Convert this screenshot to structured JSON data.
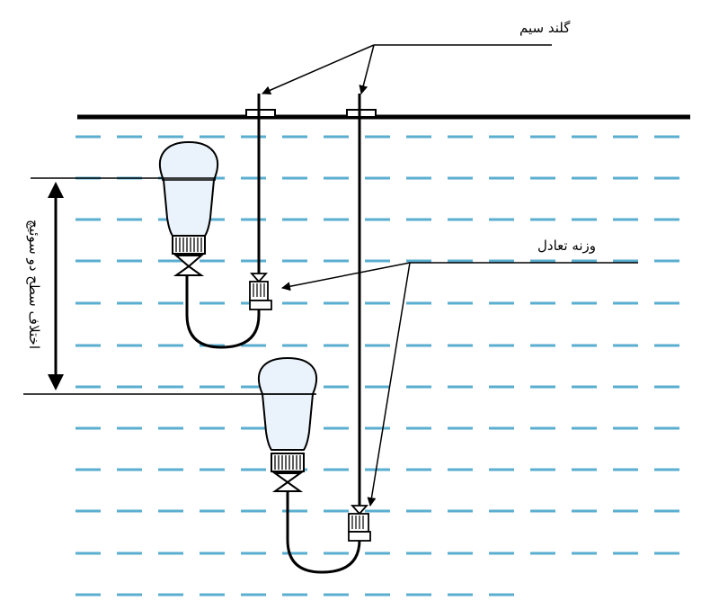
{
  "labels": {
    "cable_gland": "گلند سیم",
    "counterweight": "وزنه تعادل",
    "level_difference": "اختلاف سطح دو سوئیچ"
  },
  "colors": {
    "water_dash": "#5aaed0",
    "float_fill": "#eaf3fb",
    "stroke": "#000000"
  },
  "icons": {
    "float_switch": "float-switch-icon",
    "counterweight": "counterweight-icon",
    "cable_gland": "cable-gland-icon"
  }
}
